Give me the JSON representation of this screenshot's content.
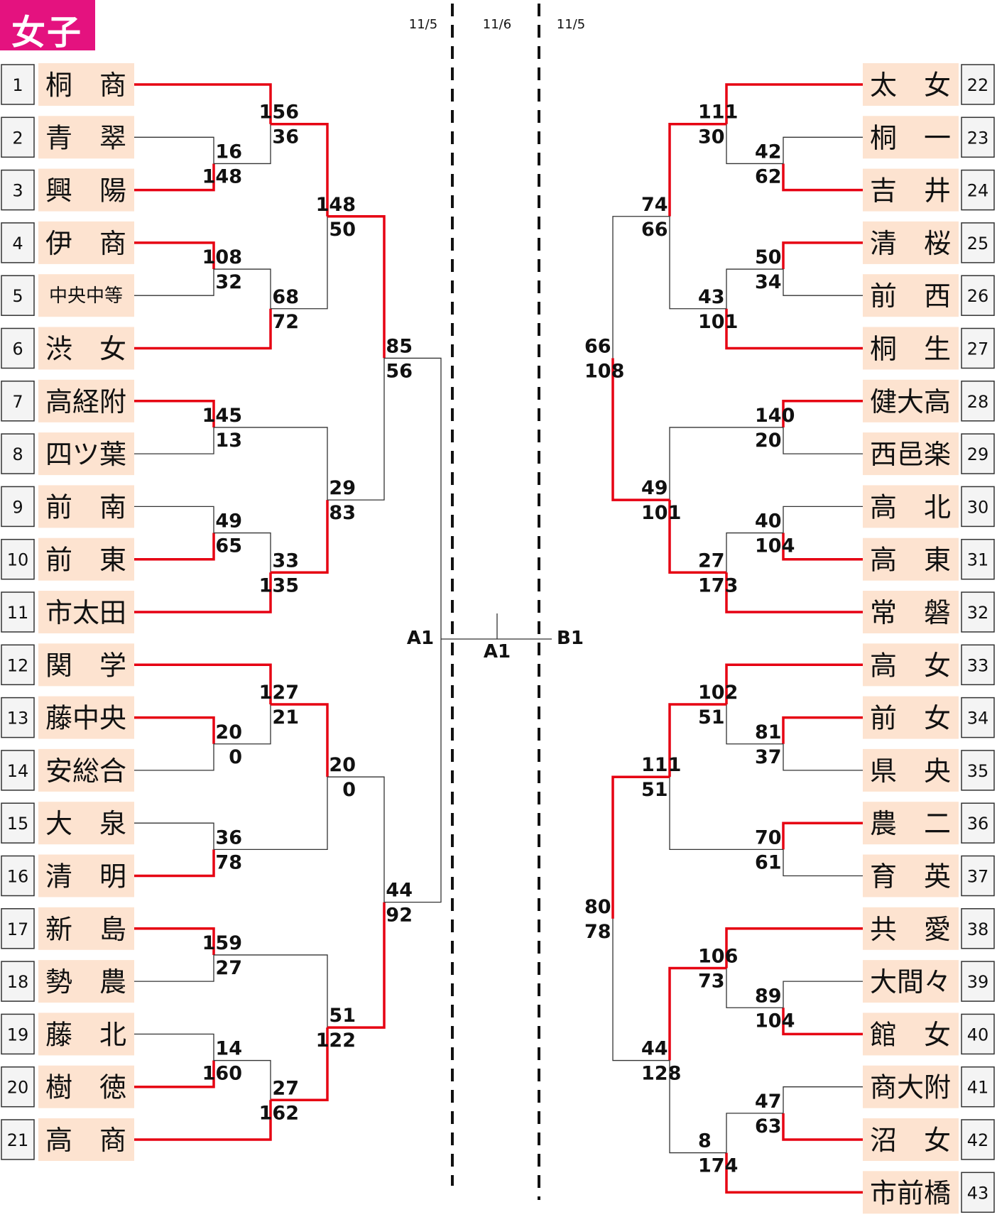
{
  "title": "女子",
  "dates": {
    "left": "11/5",
    "center": "11/6",
    "right": "11/5"
  },
  "colors": {
    "accent": "#e4127f",
    "winner": "#e60012",
    "team_bg": "#fde3d0",
    "line": "#333333"
  },
  "left_teams": [
    {
      "no": "1",
      "name": "桐　商",
      "advance": true
    },
    {
      "no": "2",
      "name": "青　翠",
      "advance": false
    },
    {
      "no": "3",
      "name": "興　陽",
      "advance": true
    },
    {
      "no": "4",
      "name": "伊　商",
      "advance": true
    },
    {
      "no": "5",
      "name": "中央中等",
      "advance": false
    },
    {
      "no": "6",
      "name": "渋　女",
      "advance": true
    },
    {
      "no": "7",
      "name": "高経附",
      "advance": true
    },
    {
      "no": "8",
      "name": "四ツ葉",
      "advance": false
    },
    {
      "no": "9",
      "name": "前　南",
      "advance": false
    },
    {
      "no": "10",
      "name": "前　東",
      "advance": true
    },
    {
      "no": "11",
      "name": "市太田",
      "advance": true
    },
    {
      "no": "12",
      "name": "関　学",
      "advance": true
    },
    {
      "no": "13",
      "name": "藤中央",
      "advance": true
    },
    {
      "no": "14",
      "name": "安総合",
      "advance": false
    },
    {
      "no": "15",
      "name": "大　泉",
      "advance": false
    },
    {
      "no": "16",
      "name": "清　明",
      "advance": true
    },
    {
      "no": "17",
      "name": "新　島",
      "advance": true
    },
    {
      "no": "18",
      "name": "勢　農",
      "advance": false
    },
    {
      "no": "19",
      "name": "藤　北",
      "advance": false
    },
    {
      "no": "20",
      "name": "樹　徳",
      "advance": true
    },
    {
      "no": "21",
      "name": "高　商",
      "advance": true
    }
  ],
  "right_teams": [
    {
      "no": "22",
      "name": "太　女",
      "advance": true
    },
    {
      "no": "23",
      "name": "桐　一",
      "advance": false
    },
    {
      "no": "24",
      "name": "吉　井",
      "advance": true
    },
    {
      "no": "25",
      "name": "清　桜",
      "advance": true
    },
    {
      "no": "26",
      "name": "前　西",
      "advance": false
    },
    {
      "no": "27",
      "name": "桐　生",
      "advance": true
    },
    {
      "no": "28",
      "name": "健大高",
      "advance": true
    },
    {
      "no": "29",
      "name": "西邑楽",
      "advance": false
    },
    {
      "no": "30",
      "name": "高　北",
      "advance": false
    },
    {
      "no": "31",
      "name": "高　東",
      "advance": true
    },
    {
      "no": "32",
      "name": "常　磐",
      "advance": true
    },
    {
      "no": "33",
      "name": "高　女",
      "advance": true
    },
    {
      "no": "34",
      "name": "前　女",
      "advance": true
    },
    {
      "no": "35",
      "name": "県　央",
      "advance": false
    },
    {
      "no": "36",
      "name": "農　二",
      "advance": true
    },
    {
      "no": "37",
      "name": "育　英",
      "advance": false
    },
    {
      "no": "38",
      "name": "共　愛",
      "advance": true
    },
    {
      "no": "39",
      "name": "大間々",
      "advance": false
    },
    {
      "no": "40",
      "name": "館　女",
      "advance": true
    },
    {
      "no": "41",
      "name": "商大附",
      "advance": false
    },
    {
      "no": "42",
      "name": "沼　女",
      "advance": true
    },
    {
      "no": "43",
      "name": "市前橋",
      "advance": true
    }
  ],
  "left_matches": [
    {
      "id": "L1",
      "a": {
        "t": 2
      },
      "b": {
        "t": 3
      },
      "winner": "b",
      "score_a": "16",
      "score_b": "148"
    },
    {
      "id": "L2",
      "a": {
        "t": 4
      },
      "b": {
        "t": 5
      },
      "winner": "a",
      "score_a": "108",
      "score_b": "32"
    },
    {
      "id": "L3",
      "a": {
        "t": 9
      },
      "b": {
        "t": 10
      },
      "winner": "b",
      "score_a": "49",
      "score_b": "65"
    },
    {
      "id": "L4",
      "a": {
        "t": 13
      },
      "b": {
        "t": 14
      },
      "winner": "a",
      "score_a": "20",
      "score_b": "0"
    },
    {
      "id": "L5",
      "a": {
        "t": 19
      },
      "b": {
        "t": 20
      },
      "winner": "b",
      "score_a": "14",
      "score_b": "160"
    },
    {
      "id": "L6",
      "a": {
        "t": 1
      },
      "b": {
        "m": "L1"
      },
      "winner": "a",
      "score_a": "156",
      "score_b": "36"
    },
    {
      "id": "L7",
      "a": {
        "m": "L2"
      },
      "b": {
        "t": 6
      },
      "winner": "b",
      "score_a": "68",
      "score_b": "72"
    },
    {
      "id": "L8",
      "a": {
        "t": 7
      },
      "b": {
        "t": 8
      },
      "winner": "a",
      "score_a": "145",
      "score_b": "13"
    },
    {
      "id": "L9",
      "a": {
        "m": "L3"
      },
      "b": {
        "t": 11
      },
      "winner": "b",
      "score_a": "33",
      "score_b": "135"
    },
    {
      "id": "L10",
      "a": {
        "t": 12
      },
      "b": {
        "m": "L4"
      },
      "winner": "a",
      "score_a": "127",
      "score_b": "21"
    },
    {
      "id": "L11",
      "a": {
        "t": 15
      },
      "b": {
        "t": 16
      },
      "winner": "b",
      "score_a": "36",
      "score_b": "78"
    },
    {
      "id": "L12",
      "a": {
        "t": 17
      },
      "b": {
        "t": 18
      },
      "winner": "a",
      "score_a": "159",
      "score_b": "27"
    },
    {
      "id": "L13",
      "a": {
        "m": "L5"
      },
      "b": {
        "t": 21
      },
      "winner": "b",
      "score_a": "27",
      "score_b": "162"
    },
    {
      "id": "L14",
      "a": {
        "m": "L6"
      },
      "b": {
        "m": "L7"
      },
      "winner": "a",
      "score_a": "148",
      "score_b": "50"
    },
    {
      "id": "L15",
      "a": {
        "m": "L8"
      },
      "b": {
        "m": "L9"
      },
      "winner": "b",
      "score_a": "29",
      "score_b": "83"
    },
    {
      "id": "L16",
      "a": {
        "m": "L10"
      },
      "b": {
        "m": "L11"
      },
      "winner": "a",
      "score_a": "20",
      "score_b": "0"
    },
    {
      "id": "L17",
      "a": {
        "m": "L12"
      },
      "b": {
        "m": "L13"
      },
      "winner": "b",
      "score_a": "51",
      "score_b": "122"
    },
    {
      "id": "L18",
      "a": {
        "m": "L14"
      },
      "b": {
        "m": "L15"
      },
      "winner": "a",
      "score_a": "85",
      "score_b": "56"
    },
    {
      "id": "L19",
      "a": {
        "m": "L16"
      },
      "b": {
        "m": "L17"
      },
      "winner": "b",
      "score_a": "44",
      "score_b": "92"
    },
    {
      "id": "L20",
      "a": {
        "m": "L18"
      },
      "b": {
        "m": "L19"
      },
      "winner": null,
      "score_a": "",
      "score_b": ""
    }
  ],
  "right_matches": [
    {
      "id": "R1",
      "a": {
        "t": 23
      },
      "b": {
        "t": 24
      },
      "winner": "b",
      "score_a": "42",
      "score_b": "62"
    },
    {
      "id": "R2",
      "a": {
        "t": 25
      },
      "b": {
        "t": 26
      },
      "winner": "a",
      "score_a": "50",
      "score_b": "34"
    },
    {
      "id": "R3",
      "a": {
        "t": 30
      },
      "b": {
        "t": 31
      },
      "winner": "b",
      "score_a": "40",
      "score_b": "104"
    },
    {
      "id": "R4",
      "a": {
        "t": 34
      },
      "b": {
        "t": 35
      },
      "winner": "a",
      "score_a": "81",
      "score_b": "37"
    },
    {
      "id": "R5",
      "a": {
        "t": 39
      },
      "b": {
        "t": 40
      },
      "winner": "b",
      "score_a": "89",
      "score_b": "104"
    },
    {
      "id": "R6",
      "a": {
        "t": 41
      },
      "b": {
        "t": 42
      },
      "winner": "b",
      "score_a": "47",
      "score_b": "63"
    },
    {
      "id": "R7",
      "a": {
        "t": 22
      },
      "b": {
        "m": "R1"
      },
      "winner": "a",
      "score_a": "111",
      "score_b": "30"
    },
    {
      "id": "R8",
      "a": {
        "m": "R2"
      },
      "b": {
        "t": 27
      },
      "winner": "b",
      "score_a": "43",
      "score_b": "101"
    },
    {
      "id": "R9",
      "a": {
        "t": 28
      },
      "b": {
        "t": 29
      },
      "winner": "a",
      "score_a": "140",
      "score_b": "20"
    },
    {
      "id": "R10",
      "a": {
        "m": "R3"
      },
      "b": {
        "t": 32
      },
      "winner": "b",
      "score_a": "27",
      "score_b": "173"
    },
    {
      "id": "R11",
      "a": {
        "t": 33
      },
      "b": {
        "m": "R4"
      },
      "winner": "a",
      "score_a": "102",
      "score_b": "51"
    },
    {
      "id": "R12",
      "a": {
        "t": 36
      },
      "b": {
        "t": 37
      },
      "winner": "a",
      "score_a": "70",
      "score_b": "61"
    },
    {
      "id": "R13",
      "a": {
        "t": 38
      },
      "b": {
        "m": "R5"
      },
      "winner": "a",
      "score_a": "106",
      "score_b": "73"
    },
    {
      "id": "R14",
      "a": {
        "m": "R6"
      },
      "b": {
        "t": 43
      },
      "winner": "b",
      "score_a": "8",
      "score_b": "174"
    },
    {
      "id": "R15",
      "a": {
        "m": "R7"
      },
      "b": {
        "m": "R8"
      },
      "winner": "a",
      "score_a": "74",
      "score_b": "66"
    },
    {
      "id": "R16",
      "a": {
        "m": "R9"
      },
      "b": {
        "m": "R10"
      },
      "winner": "b",
      "score_a": "49",
      "score_b": "101"
    },
    {
      "id": "R17",
      "a": {
        "m": "R11"
      },
      "b": {
        "m": "R12"
      },
      "winner": "a",
      "score_a": "111",
      "score_b": "51"
    },
    {
      "id": "R18",
      "a": {
        "m": "R13"
      },
      "b": {
        "m": "R14"
      },
      "winner": "a",
      "score_a": "44",
      "score_b": "128"
    },
    {
      "id": "R19",
      "a": {
        "m": "R15"
      },
      "b": {
        "m": "R16"
      },
      "winner": "b",
      "score_a": "66",
      "score_b": "108"
    },
    {
      "id": "R20",
      "a": {
        "m": "R17"
      },
      "b": {
        "m": "R18"
      },
      "winner": "a",
      "score_a": "80",
      "score_b": "78"
    }
  ],
  "semifinal_labels": {
    "left": "A1",
    "right": "B1"
  },
  "final_label": "A1"
}
